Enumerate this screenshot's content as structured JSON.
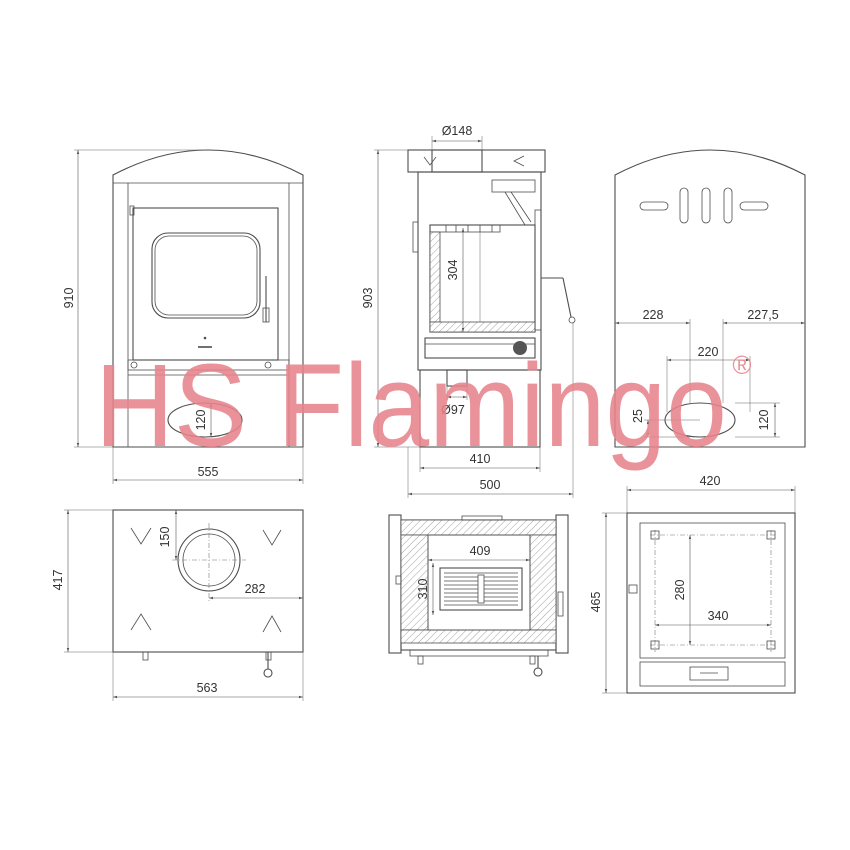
{
  "watermark": {
    "text": "HS Flamingo",
    "registered_mark": "®",
    "color": "#e8838b"
  },
  "colors": {
    "line": "#4d4d4d",
    "dimension": "#555555",
    "text": "#333333",
    "background": "#ffffff"
  },
  "front_view": {
    "height": "910",
    "width": "555",
    "air_intake_height": "120"
  },
  "side_view": {
    "flue_diameter": "Ø148",
    "height": "903",
    "firebox_height": "304",
    "air_inlet_diameter": "Ø97",
    "body_depth": "410",
    "total_depth": "500"
  },
  "back_view": {
    "left_offset": "228",
    "right_offset": "227,5",
    "intake_spacing": "220",
    "intake_bottom_offset": "25",
    "air_intake_height": "120"
  },
  "top_view": {
    "flue_offset_front": "150",
    "flue_offset_side": "282",
    "depth": "417",
    "width": "563"
  },
  "section_view": {
    "firebox_width": "409",
    "grate_height": "310"
  },
  "bottom_view": {
    "width": "420",
    "depth": "465",
    "feet_spacing_depth": "280",
    "feet_spacing_width": "340"
  }
}
